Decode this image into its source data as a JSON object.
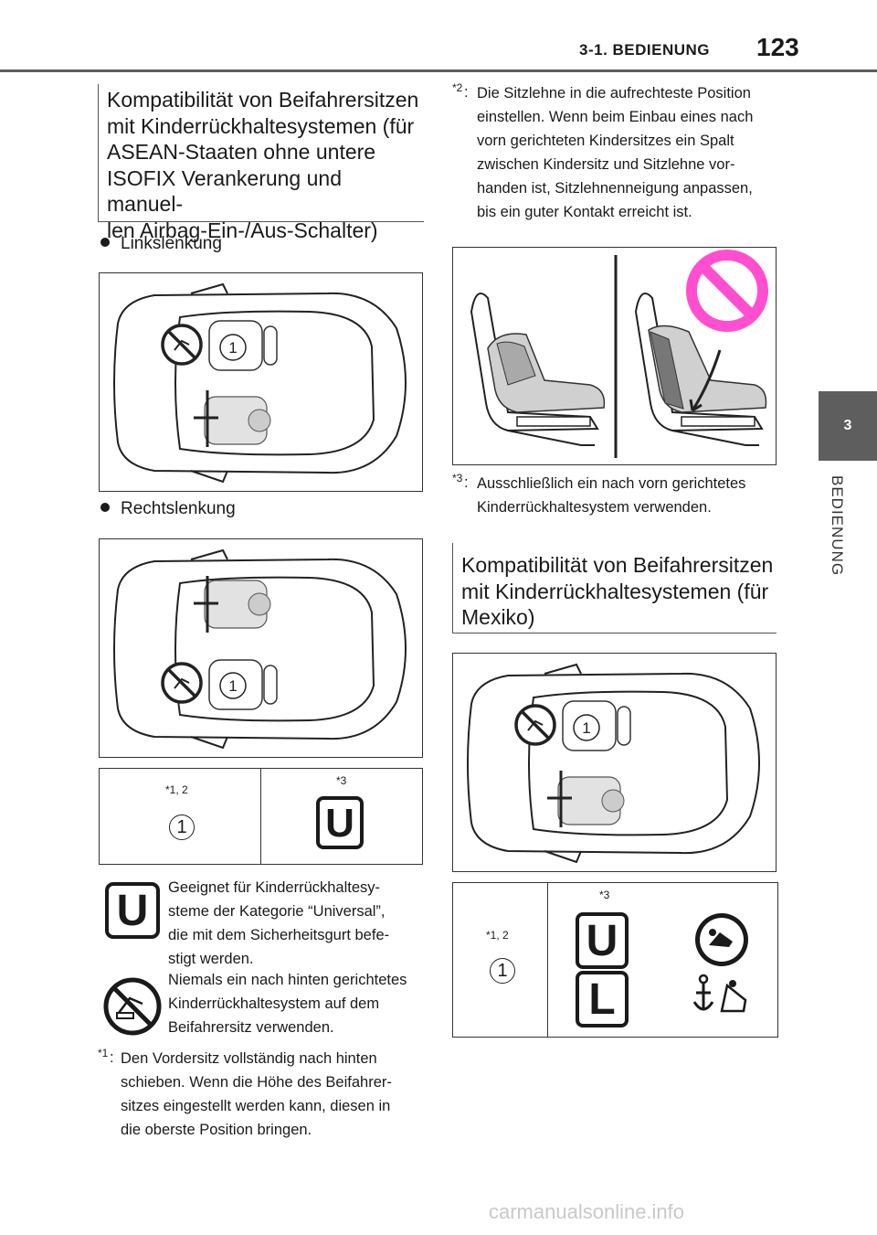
{
  "header": {
    "section": "3-1. BEDIENUNG",
    "page_number": "123"
  },
  "sidebar": {
    "chapter_number": "3",
    "chapter_label": "BEDIENUNG"
  },
  "left": {
    "section_title_lines": [
      "Kompatibilität von Beifahrersitzen",
      "mit Kinderrückhaltesystemen (für",
      "ASEAN-Staaten ohne untere",
      "ISOFIX Verankerung und manuel-",
      "len Airbag-Ein-/Aus-Schalter)"
    ],
    "bullet_lhd": "Linkslenkung",
    "bullet_rhd": "Rechtslenkung",
    "seat_number": "1",
    "table": {
      "col1_note": "*1, 2",
      "col1_value": "1",
      "col2_note": "*3",
      "col2_value": "U"
    },
    "legend_u_lines": [
      "Geeignet für Kinderrückhaltesy-",
      "steme der Kategorie “Universal”,",
      "die mit dem Sicherheitsgurt befe-",
      "stigt werden."
    ],
    "legend_no_lines": [
      "Niemals ein nach hinten gerichtetes",
      "Kinderrückhaltesystem auf dem",
      "Beifahrersitz verwenden."
    ],
    "footnote1_mark": "*1",
    "footnote1_lines": [
      "Den Vordersitz vollständig nach hinten",
      "schieben. Wenn die Höhe des Beifahrer-",
      "sitzes eingestellt werden kann, diesen in",
      "die oberste Position bringen."
    ]
  },
  "right": {
    "footnote2_mark": "*2",
    "footnote2_lines": [
      "Die Sitzlehne in die aufrechteste Position",
      "einstellen. Wenn beim Einbau eines nach",
      "vorn gerichteten Kindersitzes ein Spalt",
      "zwischen Kindersitz und Sitzlehne vor-",
      "handen ist, Sitzlehnenneigung anpassen,",
      "bis ein guter Kontakt erreicht ist."
    ],
    "footnote3_mark": "*3",
    "footnote3_lines": [
      "Ausschließlich ein nach vorn gerichtetes",
      "Kinderrückhaltesystem verwenden."
    ],
    "section_title_lines": [
      "Kompatibilität von Beifahrersitzen",
      "mit Kinderrückhaltesystemen (für",
      "Mexiko)"
    ],
    "table": {
      "col1_note": "*1, 2",
      "col1_value": "1",
      "col2_note": "*3",
      "badge_u": "U",
      "badge_l": "L"
    }
  },
  "watermark": "carmanualsonline.info",
  "colors": {
    "header_bar": "#5e5e5e",
    "prohibition_pink": "#ff4fd0",
    "seat_gray": "#c8c8c8"
  }
}
